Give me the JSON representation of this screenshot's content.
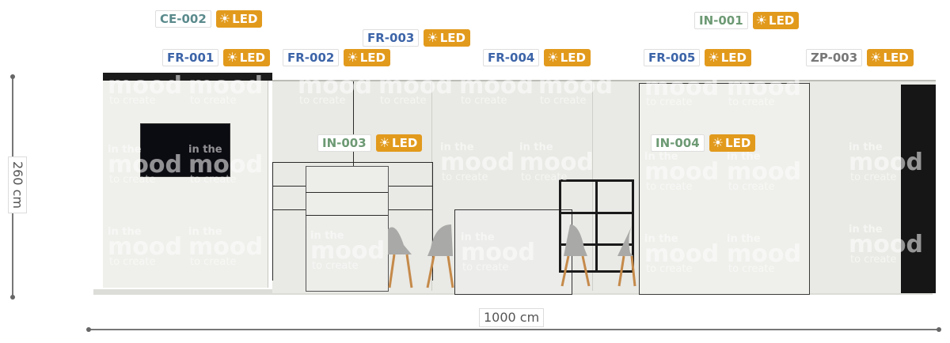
{
  "watermark": {
    "line1": "in the",
    "line2": "mood",
    "line3": "to create"
  },
  "labels": [
    {
      "code": "CE-002",
      "kind": "ce",
      "led": "LED"
    },
    {
      "code": "FR-001",
      "kind": "fr",
      "led": "LED"
    },
    {
      "code": "FR-002",
      "kind": "fr",
      "led": "LED"
    },
    {
      "code": "FR-003",
      "kind": "fr",
      "led": "LED"
    },
    {
      "code": "FR-004",
      "kind": "fr",
      "led": "LED"
    },
    {
      "code": "FR-005",
      "kind": "fr",
      "led": "LED"
    },
    {
      "code": "IN-001",
      "kind": "in",
      "led": "LED"
    },
    {
      "code": "ZP-003",
      "kind": "zp",
      "led": "LED"
    },
    {
      "code": "IN-003",
      "kind": "in",
      "led": "LED"
    },
    {
      "code": "IN-004",
      "kind": "in",
      "led": "LED"
    }
  ],
  "dimensions": {
    "height": "260 cm",
    "width": "1000 cm"
  },
  "colors": {
    "led_badge": "#e29a1c",
    "fr_code": "#3c64a8",
    "in_code": "#6d9a74",
    "ce_code": "#5a8a8c",
    "zp_code": "#777777",
    "wall": "#e9e9e5"
  },
  "icons": {
    "led": "sun-icon",
    "tv": "tv-screen"
  }
}
